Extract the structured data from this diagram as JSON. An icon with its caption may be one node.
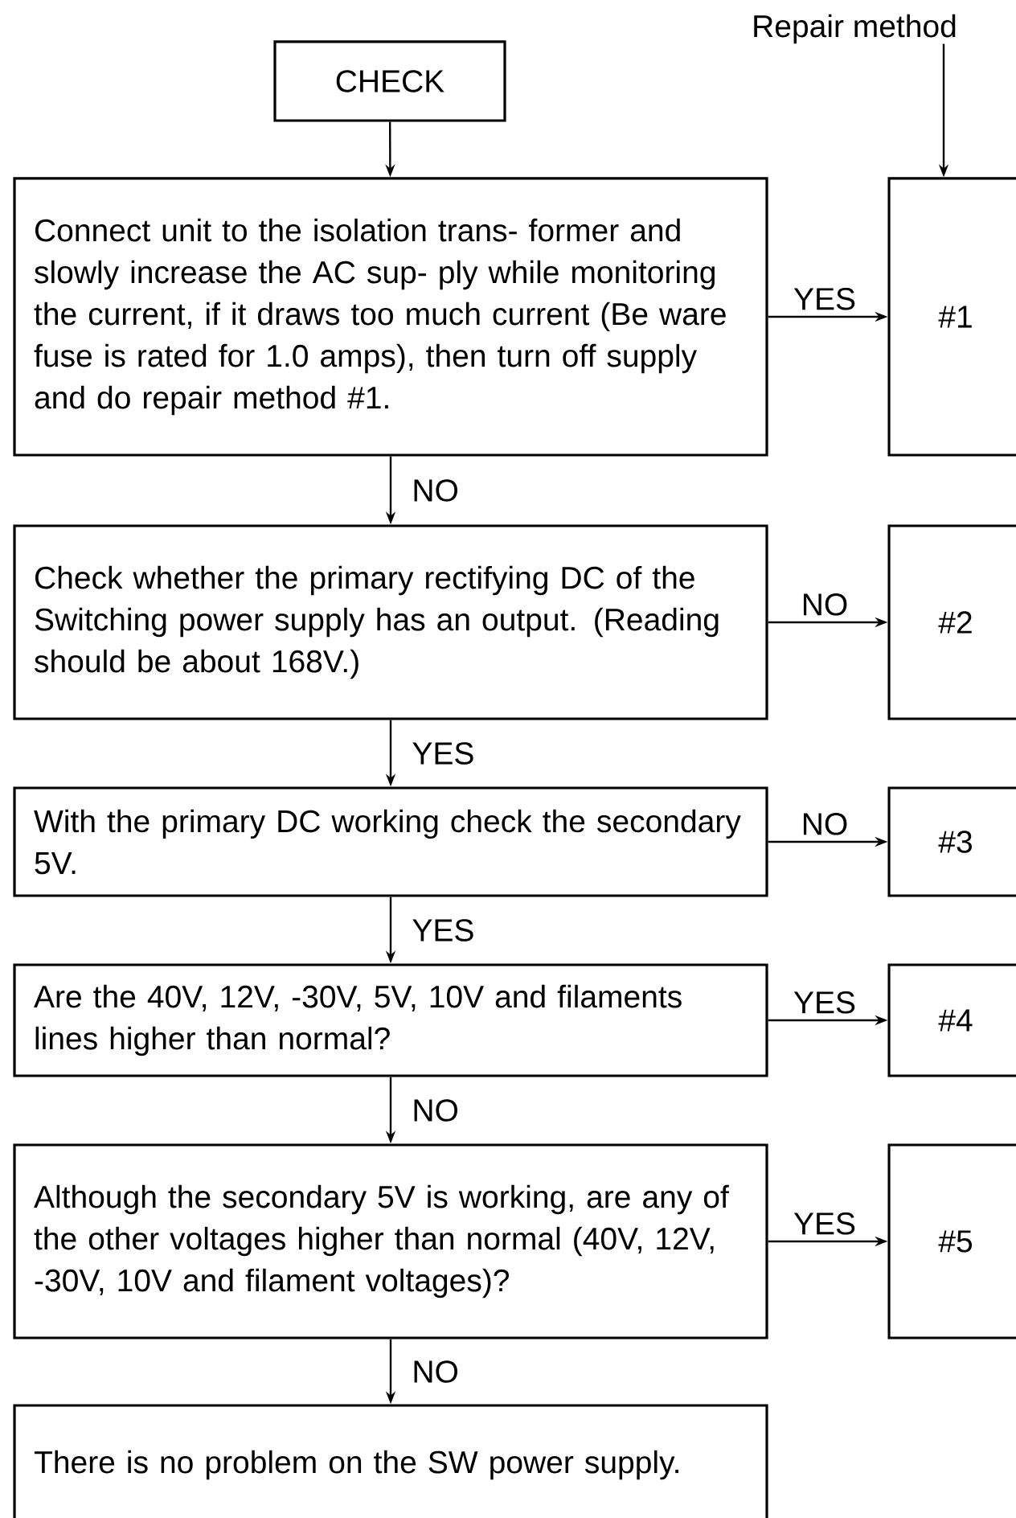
{
  "diagram": {
    "nodes": [
      {
        "text": [
          "Repair method"
        ]
      },
      {
        "text": [
          "CHECK"
        ]
      },
      {
        "text": [
          "Connect unit to the isolation trans- former and slowly increase the AC sup- ply while monitoring the current, if it draws too much current (Be ware fuse is rated for 1.0 amps), then turn off supply and do repair method #1."
        ]
      },
      {
        "text": [
          "#1"
        ]
      },
      {
        "text": [
          "Check whether the primary rectifying DC of the Switching power supply has an output. (Reading should be about 168V.)"
        ]
      },
      {
        "text": [
          "#2"
        ]
      },
      {
        "text": [
          "With the primary DC working check the secondary 5V."
        ]
      },
      {
        "text": [
          "#3"
        ]
      },
      {
        "text": [
          "Are the 40V, 12V, -30V, 5V, 10V and filaments lines higher than normal?"
        ]
      },
      {
        "text": [
          "#4"
        ]
      },
      {
        "text": [
          "Although the secondary 5V is working, are any of the other voltages higher than normal (40V, 12V, -30V, 10V and filament voltages)?"
        ]
      },
      {
        "text": [
          "#5"
        ]
      },
      {
        "text": [
          "There is no problem on the SW power supply."
        ]
      }
    ],
    "edges": [
      {
        "from": 0,
        "to": 3,
        "arrow": "to"
      },
      {
        "from": 1,
        "to": 2,
        "arrow": "to"
      },
      {
        "from": 2,
        "to": 3,
        "arrow": "to",
        "label": "YES"
      },
      {
        "from": 2,
        "to": 4,
        "arrow": "to",
        "label": "NO"
      },
      {
        "from": 4,
        "to": 5,
        "arrow": "to",
        "label": "NO"
      },
      {
        "from": 4,
        "to": 6,
        "arrow": "to",
        "label": "YES"
      },
      {
        "from": 6,
        "to": 7,
        "arrow": "to",
        "label": "NO"
      },
      {
        "from": 6,
        "to": 8,
        "arrow": "to",
        "label": "YES"
      },
      {
        "from": 8,
        "to": 9,
        "arrow": "to",
        "label": "YES"
      },
      {
        "from": 8,
        "to": 10,
        "arrow": "to",
        "label": "NO"
      },
      {
        "from": 10,
        "to": 11,
        "arrow": "to",
        "label": "YES"
      },
      {
        "from": 10,
        "to": 12,
        "arrow": "to",
        "label": "NO"
      }
    ]
  }
}
